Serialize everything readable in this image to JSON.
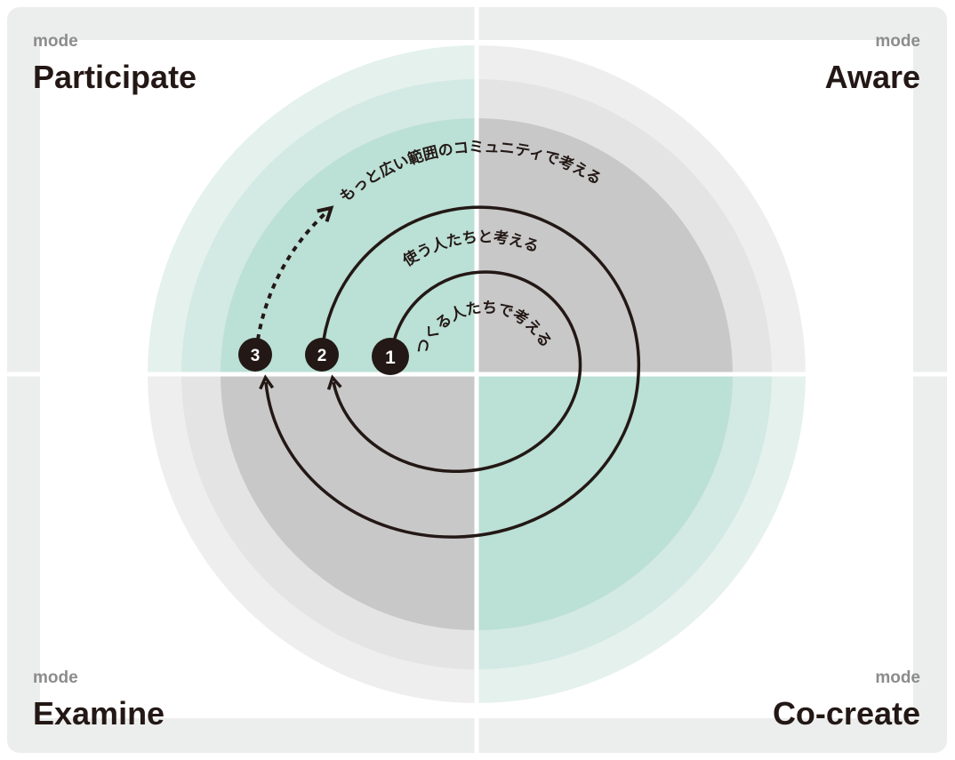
{
  "quadrants": [
    {
      "mode_label": "mode",
      "name": "Participate"
    },
    {
      "mode_label": "mode",
      "name": "Aware"
    },
    {
      "mode_label": "mode",
      "name": "Examine"
    },
    {
      "mode_label": "mode",
      "name": "Co-create"
    }
  ],
  "steps": [
    {
      "number": "1",
      "label": "つくる人たちで考える"
    },
    {
      "number": "2",
      "label": "使う人たちと考える"
    },
    {
      "number": "3",
      "label": "もっと広い範囲のコミュニティで考える"
    }
  ],
  "colors": {
    "frame": "#eceeed",
    "green_outer": "#e4f1ed",
    "green_mid": "#d3e9e3",
    "green_inner": "#bbe0d6",
    "gray_outer": "#eeeeee",
    "gray_mid": "#e4e4e4",
    "gray_inner": "#c8c8c8",
    "ink": "#231815"
  }
}
